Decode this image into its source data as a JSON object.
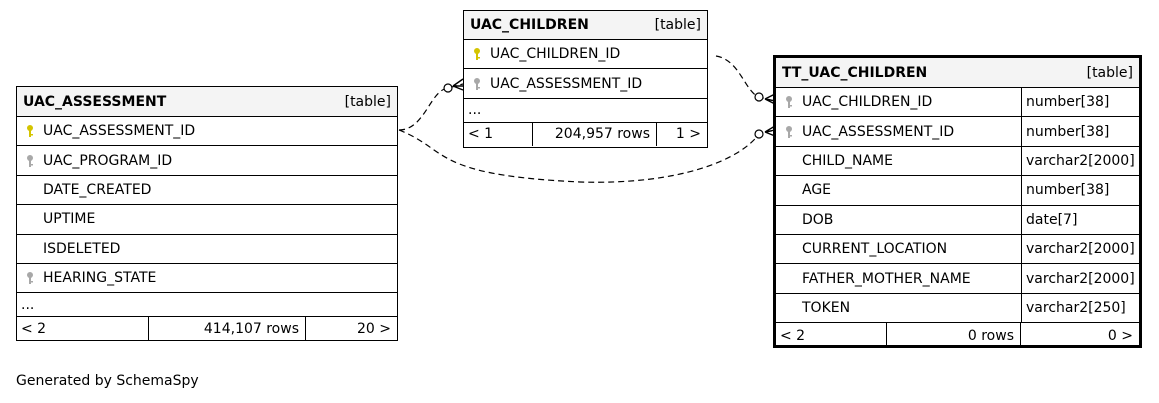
{
  "tables": {
    "assessment": {
      "name": "UAC_ASSESSMENT",
      "tag": "[table]",
      "columns": [
        {
          "name": "UAC_ASSESSMENT_ID",
          "key": "primary"
        },
        {
          "name": "UAC_PROGRAM_ID",
          "key": "foreign"
        },
        {
          "name": "DATE_CREATED",
          "key": "none"
        },
        {
          "name": "UPTIME",
          "key": "none"
        },
        {
          "name": "ISDELETED",
          "key": "none"
        },
        {
          "name": "HEARING_STATE",
          "key": "foreign"
        }
      ],
      "ellipsis": "...",
      "parents": "< 2",
      "rows": "414,107 rows",
      "children": "20 >"
    },
    "children": {
      "name": "UAC_CHILDREN",
      "tag": "[table]",
      "columns": [
        {
          "name": "UAC_CHILDREN_ID",
          "key": "primary"
        },
        {
          "name": "UAC_ASSESSMENT_ID",
          "key": "foreign"
        }
      ],
      "ellipsis": "...",
      "parents": "< 1",
      "rows": "204,957 rows",
      "children": "1 >"
    },
    "tt_children": {
      "name": "TT_UAC_CHILDREN",
      "tag": "[table]",
      "columns": [
        {
          "name": "UAC_CHILDREN_ID",
          "type": "number[38]",
          "key": "foreign"
        },
        {
          "name": "UAC_ASSESSMENT_ID",
          "type": "number[38]",
          "key": "foreign"
        },
        {
          "name": "CHILD_NAME",
          "type": "varchar2[2000]",
          "key": "none"
        },
        {
          "name": "AGE",
          "type": "number[38]",
          "key": "none"
        },
        {
          "name": "DOB",
          "type": "date[7]",
          "key": "none"
        },
        {
          "name": "CURRENT_LOCATION",
          "type": "varchar2[2000]",
          "key": "none"
        },
        {
          "name": "FATHER_MOTHER_NAME",
          "type": "varchar2[2000]",
          "key": "none"
        },
        {
          "name": "TOKEN",
          "type": "varchar2[250]",
          "key": "none"
        }
      ],
      "parents": "< 2",
      "rows": "0 rows",
      "children": "0 >"
    }
  },
  "footer_text": "Generated by SchemaSpy",
  "colors": {
    "primary_key": "#d4c400",
    "foreign_key": "#a8a8a8",
    "header_bg": "#f4f4f4"
  }
}
